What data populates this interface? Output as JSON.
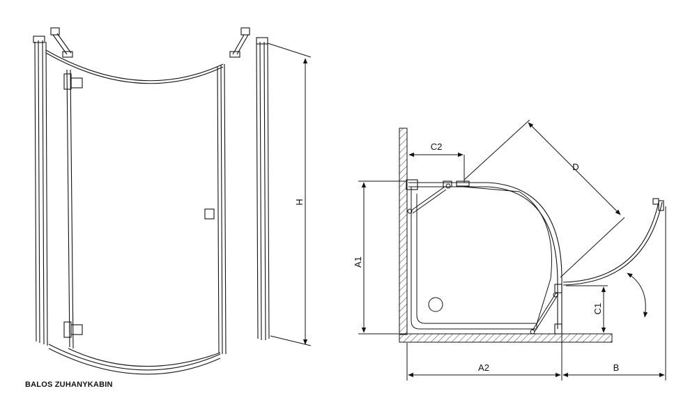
{
  "caption": "BALOS ZUHANYKABIN",
  "dimensions": {
    "H": "H",
    "A1": "A1",
    "A2": "A2",
    "B": "B",
    "C1": "C1",
    "C2": "C2",
    "D": "D"
  },
  "colors": {
    "line": "#111111",
    "hatch": "#555555",
    "background": "#ffffff"
  }
}
